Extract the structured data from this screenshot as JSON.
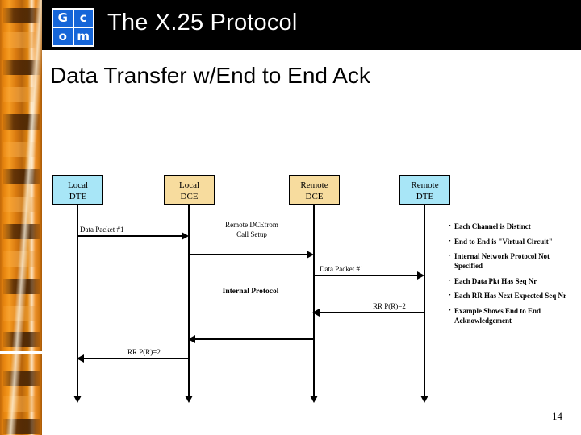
{
  "header": {
    "title": "The X.25 Protocol",
    "logo_cells": [
      "G",
      "c",
      "o",
      "m"
    ],
    "bar_color": "#000000",
    "logo_color": "#1565d8"
  },
  "slide": {
    "title": "Data Transfer w/End to End Ack",
    "page_number": "14"
  },
  "diagram": {
    "nodes": [
      {
        "line1": "Local",
        "line2": "DTE",
        "color": "#A8E6F7"
      },
      {
        "line1": "Local",
        "line2": "DCE",
        "color": "#F7DC9E"
      },
      {
        "line1": "Remote",
        "line2": "DCE",
        "color": "#F7DC9E"
      },
      {
        "line1": "Remote",
        "line2": "DTE",
        "color": "#A8E6F7"
      }
    ],
    "messages": [
      {
        "label": "Data Packet #1",
        "direction": "right"
      },
      {
        "label": "",
        "direction": "right"
      },
      {
        "label": "Data Packet #1",
        "direction": "right"
      },
      {
        "label": "RR P(R)=2",
        "direction": "left"
      },
      {
        "label": "",
        "direction": "left"
      },
      {
        "label": "RR P(R)=2",
        "direction": "left"
      }
    ],
    "annotations": {
      "call_setup_line1": "Remote DCEfrom",
      "call_setup_line2": "Call Setup",
      "internal_protocol": "Internal Protocol"
    }
  },
  "bullets": [
    "Each Channel is Distinct",
    "End to End is \"Virtual Circuit\"",
    "Internal Network Protocol Not Specified",
    "Each Data Pkt Has Seq Nr",
    "Each RR Has Next Expected Seq Nr",
    "Example Shows End to End Acknowledgement"
  ]
}
